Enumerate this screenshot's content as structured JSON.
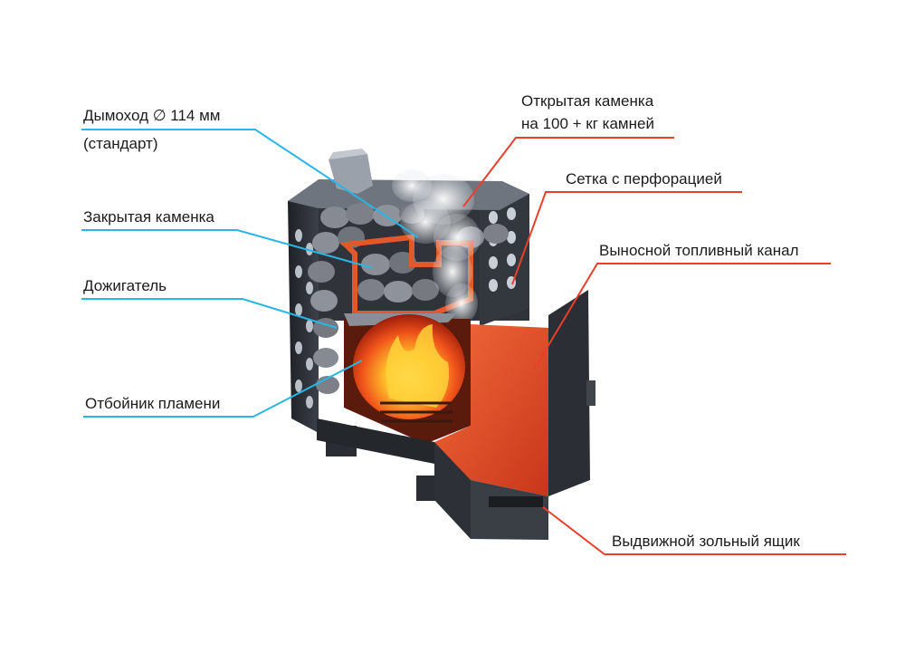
{
  "labels": {
    "chimney_line1": "Дымоход  ∅ 114 мм",
    "chimney_line2": "(стандарт)",
    "closed_stones": "Закрытая каменка",
    "afterburner": "Дожигатель",
    "flame_deflector": "Отбойник пламени",
    "open_stones_line1": "Открытая каменка",
    "open_stones_line2": "на 100 + кг камней",
    "perforated_mesh": "Сетка с перфорацией",
    "remote_fuel_channel": "Выносной топливный канал",
    "ash_drawer": "Выдвижной зольный ящик"
  },
  "colors": {
    "left_callout": "#29b6e6",
    "right_callout": "#e8402a",
    "steel_dark": "#26292e",
    "steel_mid": "#3a3e45",
    "fire_core": "#ffd23a",
    "fire_outer": "#f0531a",
    "stone": "#7d8088"
  }
}
